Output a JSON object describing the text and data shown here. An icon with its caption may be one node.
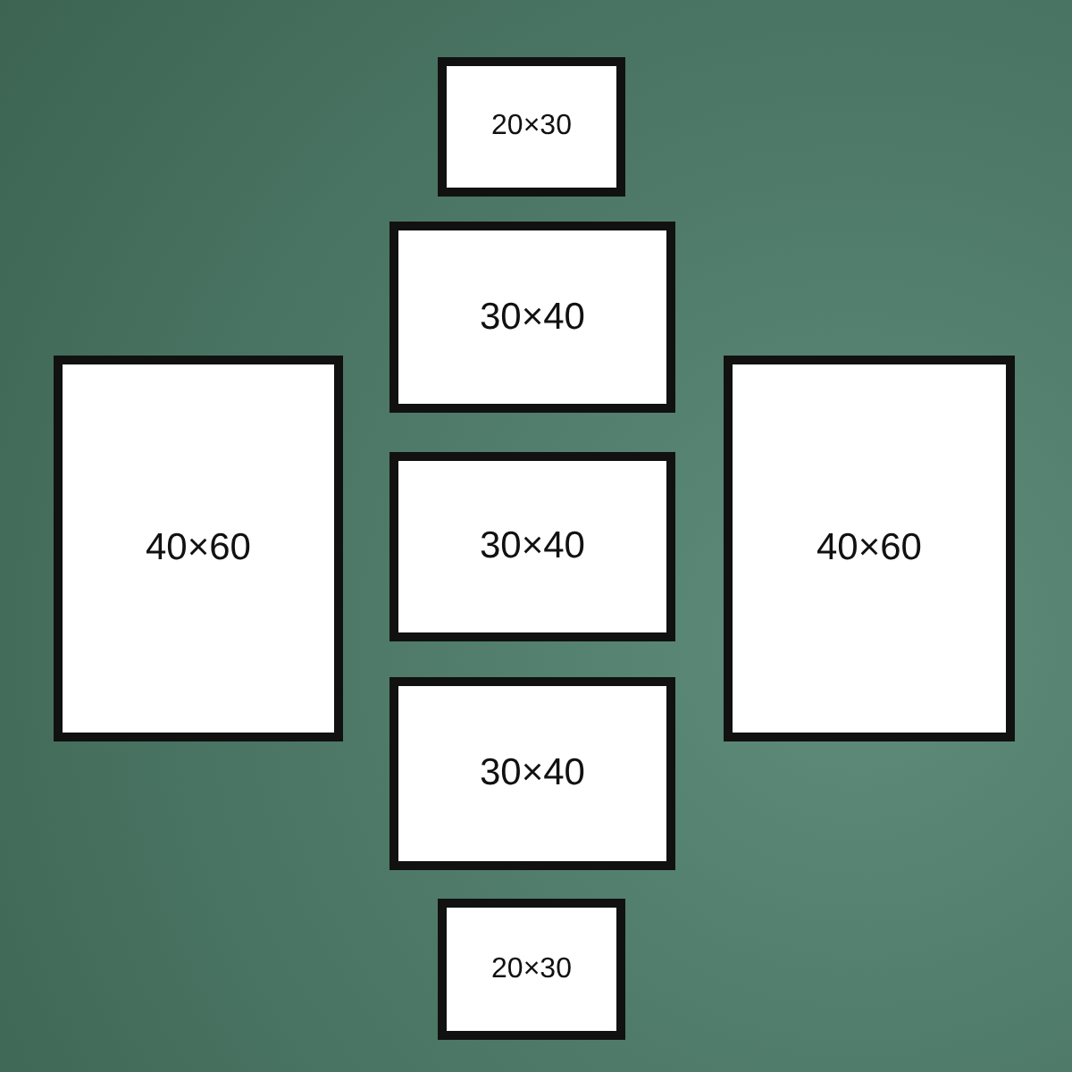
{
  "diagram": {
    "nodes": [
      {
        "text": [
          "20×30"
        ]
      },
      {
        "text": [
          "30×40"
        ]
      },
      {
        "text": [
          "40×60"
        ]
      },
      {
        "text": [
          "30×40"
        ]
      },
      {
        "text": [
          "40×60"
        ]
      },
      {
        "text": [
          "30×40"
        ]
      },
      {
        "text": [
          "20×30"
        ]
      }
    ]
  }
}
